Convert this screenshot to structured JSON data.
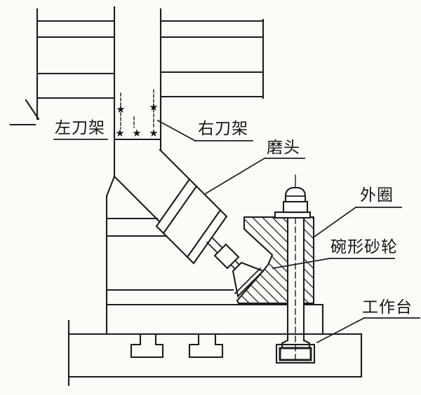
{
  "figure": {
    "type": "technical-cross-section-diagram",
    "labels": {
      "left_tool_post": "左刀架",
      "right_tool_post": "右刀架",
      "grinding_head": "磨头",
      "outer_ring": "外圈",
      "bowl_grinding_wheel": "碗形砂轮",
      "worktable": "工作台"
    },
    "star_marker": "★",
    "colors": {
      "line": "#1c1c1c",
      "background": "#fbfbf8",
      "text": "#151515"
    }
  }
}
